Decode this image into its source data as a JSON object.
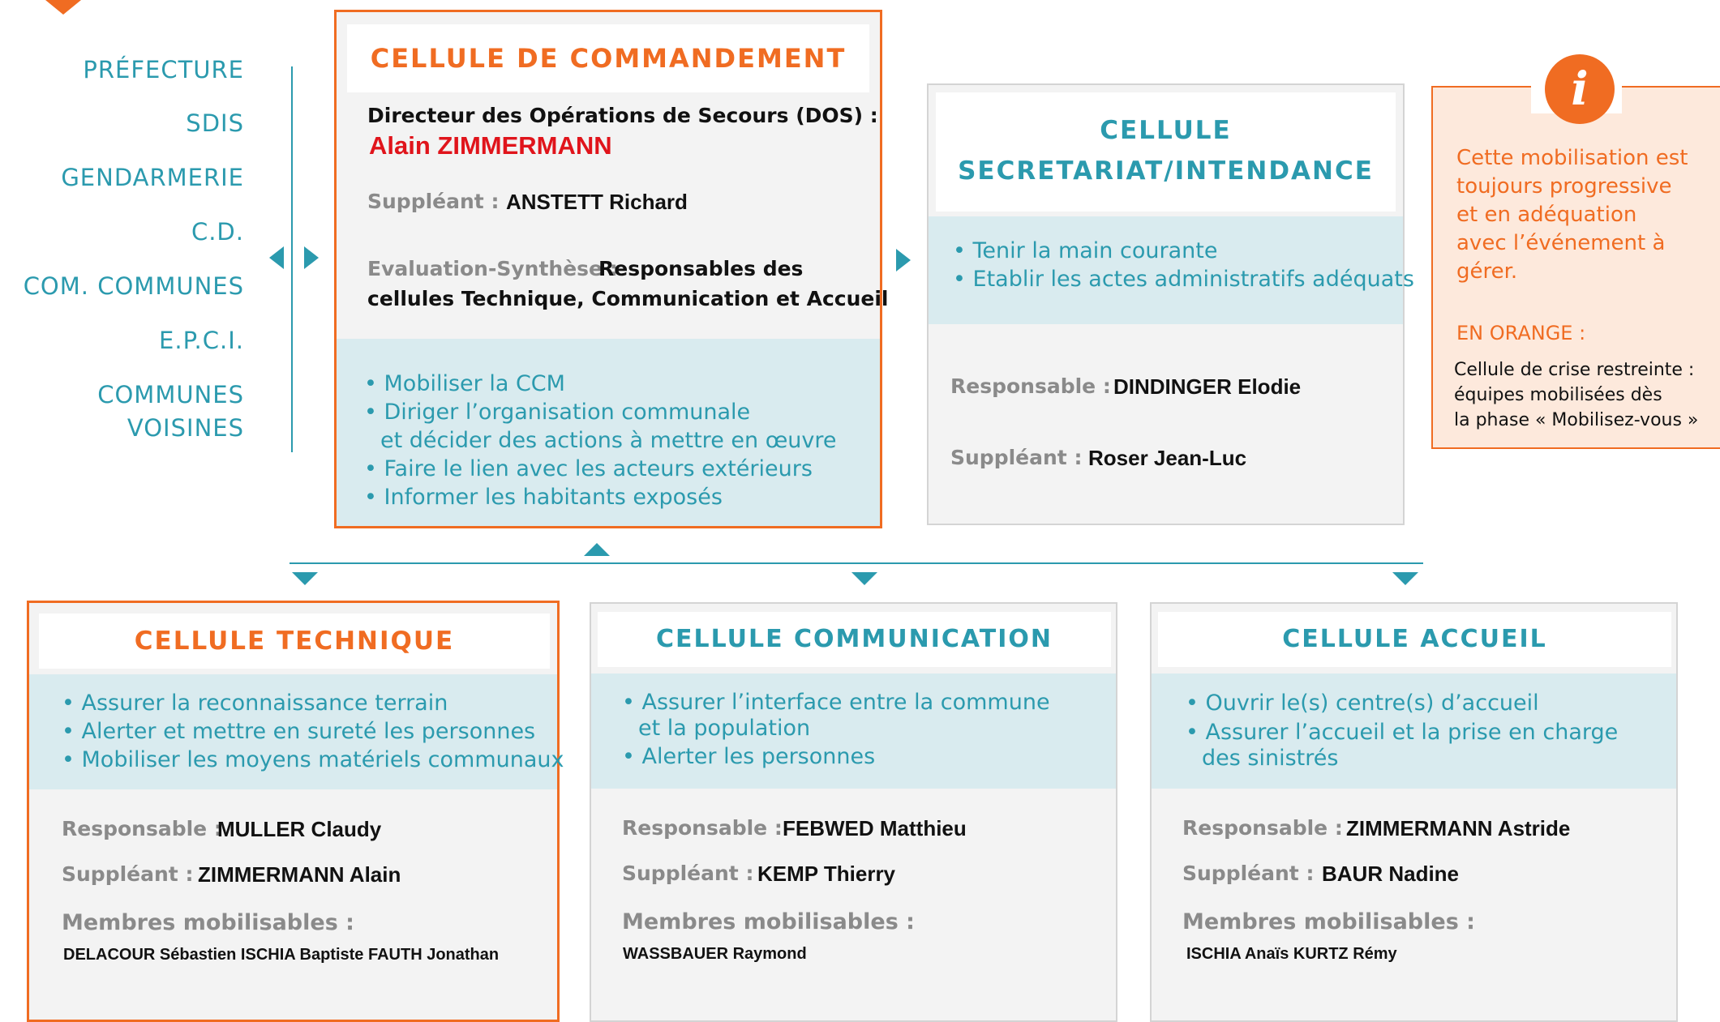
{
  "partners": [
    "PRÉFECTURE",
    "SDIS",
    "GENDARMERIE",
    "C.D.",
    "COM. COMMUNES",
    "E.P.C.I.",
    "COMMUNES",
    "VOISINES"
  ],
  "commandement": {
    "title": "CELLULE DE COMMANDEMENT",
    "dos_label": "Directeur des Opérations de Secours (DOS) :",
    "dos_name": "Alain ZIMMERMANN",
    "suppleant_label": "Suppléant :",
    "suppleant_name": "ANSTETT Richard",
    "eval_label": "Evaluation-Synthèse :",
    "eval_text_1": "Responsables des",
    "eval_text_2": "cellules Technique, Communication et Accueil",
    "tasks": [
      "• Mobiliser la CCM",
      "• Diriger l’organisation communale",
      "et décider des actions à mettre  en œuvre",
      "• Faire le lien avec les acteurs extérieurs",
      "• Informer les habitants exposés"
    ]
  },
  "secretariat": {
    "title_1": "CELLULE",
    "title_2": "SECRETARIAT/INTENDANCE",
    "tasks": [
      "• Tenir la main courante",
      "• Etablir les actes administratifs adéquats"
    ],
    "responsable_label": "Responsable :",
    "responsable_name": "DINDINGER Elodie",
    "suppleant_label": "Suppléant :",
    "suppleant_name": "Roser Jean-Luc"
  },
  "info": {
    "icon": "i",
    "text": [
      "Cette mobilisation est",
      "toujours progressive",
      "et en adéquation",
      "avec l’événement à",
      "gérer."
    ],
    "orange_heading": "EN ORANGE :",
    "orange_text": [
      "Cellule de crise restreinte :",
      "équipes mobilisées dès",
      "la phase « Mobilisez-vous »"
    ]
  },
  "technique": {
    "title": "CELLULE TECHNIQUE",
    "tasks": [
      "• Assurer la reconnaissance terrain",
      "• Alerter et mettre en sureté les personnes",
      "• Mobiliser les moyens matériels communaux"
    ],
    "responsable_label": "Responsable :",
    "responsable_name": "MULLER Claudy",
    "suppleant_label": "Suppléant :",
    "suppleant_name": "ZIMMERMANN Alain",
    "membres_label": "Membres mobilisables :",
    "membres": "DELACOUR Sébastien ISCHIA Baptiste FAUTH Jonathan"
  },
  "communication": {
    "title": "CELLULE COMMUNICATION",
    "tasks": [
      "• Assurer l’interface entre la commune",
      "et la population",
      "• Alerter les personnes"
    ],
    "responsable_label": "Responsable :",
    "responsable_name": "FEBWED Matthieu",
    "suppleant_label": "Suppléant :",
    "suppleant_name": "KEMP Thierry",
    "membres_label": "Membres mobilisables :",
    "membres": "WASSBAUER Raymond"
  },
  "accueil": {
    "title": "CELLULE ACCUEIL",
    "tasks": [
      "• Ouvrir le(s) centre(s) d’accueil",
      "• Assurer l’accueil et la prise en charge",
      "des sinistrés"
    ],
    "responsable_label": "Responsable :",
    "responsable_name": "ZIMMERMANN Astride",
    "suppleant_label": "Suppléant :",
    "suppleant_name": "BAUR Nadine",
    "membres_label": "Membres mobilisables :",
    "membres": "ISCHIA Anaïs KURTZ Rémy"
  },
  "colors": {
    "orange": "#f06c22",
    "teal": "#2b9aae",
    "red": "#e0141b",
    "band": "#d9ebef",
    "card": "#f3f3f3"
  }
}
